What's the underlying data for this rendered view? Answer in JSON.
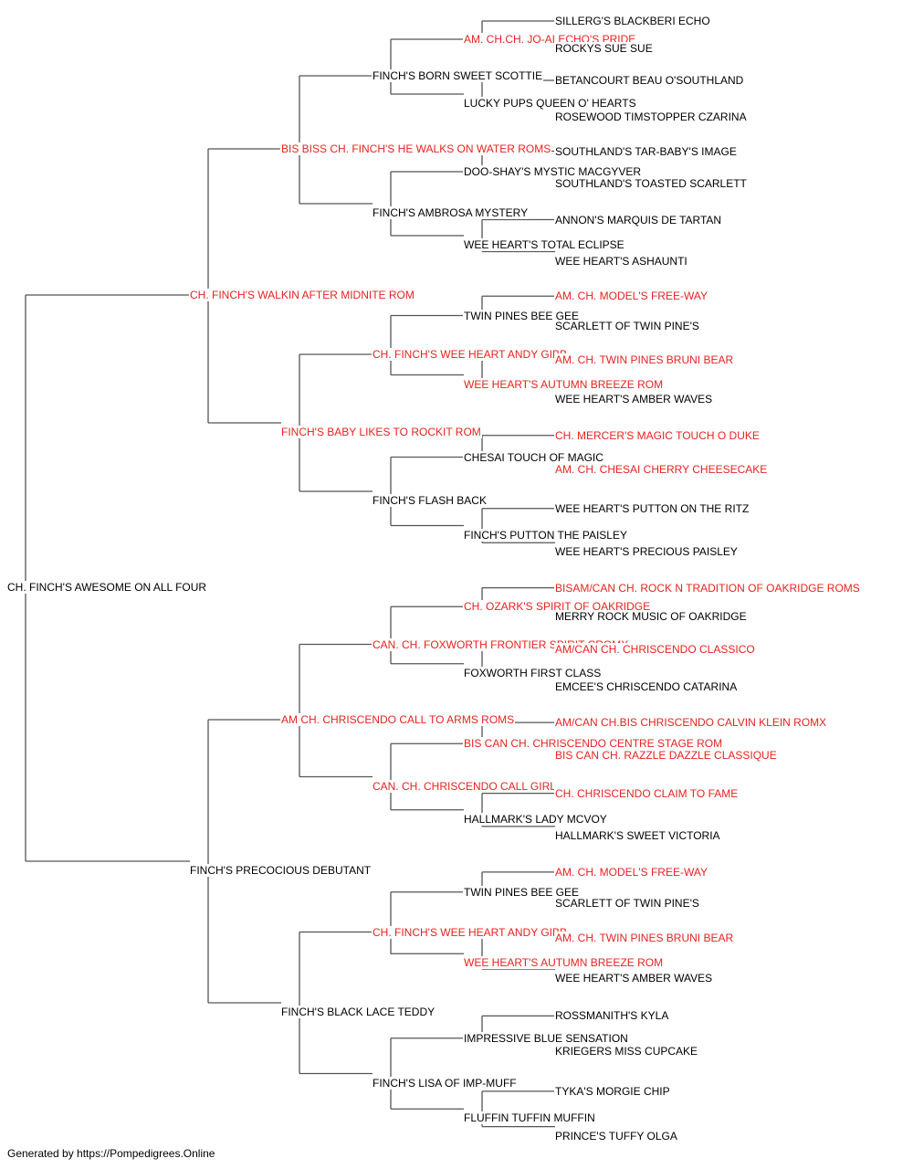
{
  "colors": {
    "champion": "#e8231f",
    "normal": "#000000",
    "line": "#555555"
  },
  "pedigree": {
    "name": "CH. FINCH'S AWESOME ON ALL FOUR",
    "champion": false,
    "sire": {
      "name": "CH. FINCH'S WALKIN AFTER MIDNITE ROM",
      "champion": true,
      "sire": {
        "name": "BIS BISS CH. FINCH'S HE WALKS ON WATER ROMS",
        "champion": true,
        "sire": {
          "name": "FINCH'S BORN SWEET SCOTTIE",
          "champion": false,
          "sire": {
            "name": "AM. CH.CH. JO-AI ECHO'S PRIDE",
            "champion": true,
            "sire": {
              "name": "SILLERG'S BLACKBERI ECHO",
              "champion": false
            },
            "dam": {
              "name": "ROCKYS SUE SUE",
              "champion": false
            }
          },
          "dam": {
            "name": "LUCKY PUPS QUEEN O' HEARTS",
            "champion": false,
            "sire": {
              "name": "BETANCOURT BEAU O'SOUTHLAND",
              "champion": false
            },
            "dam": {
              "name": "ROSEWOOD TIMSTOPPER CZARINA",
              "champion": false
            }
          }
        },
        "dam": {
          "name": "FINCH'S AMBROSA MYSTERY",
          "champion": false,
          "sire": {
            "name": "DOO-SHAY'S MYSTIC MACGYVER",
            "champion": false,
            "sire": {
              "name": "SOUTHLAND'S TAR-BABY'S IMAGE",
              "champion": false
            },
            "dam": {
              "name": "SOUTHLAND'S TOASTED SCARLETT",
              "champion": false
            }
          },
          "dam": {
            "name": "WEE HEART'S TOTAL ECLIPSE",
            "champion": false,
            "sire": {
              "name": "ANNON'S MARQUIS DE TARTAN",
              "champion": false
            },
            "dam": {
              "name": "WEE HEART'S ASHAUNTI",
              "champion": false
            }
          }
        }
      },
      "dam": {
        "name": "FINCH'S BABY LIKES TO ROCKIT ROM",
        "champion": true,
        "sire": {
          "name": "CH. FINCH'S WEE HEART ANDY GIBB",
          "champion": true,
          "sire": {
            "name": "TWIN PINES BEE GEE",
            "champion": false,
            "sire": {
              "name": "AM. CH. MODEL'S FREE-WAY",
              "champion": true
            },
            "dam": {
              "name": "SCARLETT OF TWIN PINE'S",
              "champion": false
            }
          },
          "dam": {
            "name": "WEE HEART'S AUTUMN BREEZE ROM",
            "champion": true,
            "sire": {
              "name": "AM. CH. TWIN PINES BRUNI BEAR",
              "champion": true
            },
            "dam": {
              "name": "WEE HEART'S AMBER WAVES",
              "champion": false
            }
          }
        },
        "dam": {
          "name": "FINCH'S FLASH BACK",
          "champion": false,
          "sire": {
            "name": "CHESAI TOUCH OF MAGIC",
            "champion": false,
            "sire": {
              "name": "CH. MERCER'S MAGIC TOUCH O DUKE",
              "champion": true
            },
            "dam": {
              "name": "AM. CH. CHESAI CHERRY CHEESECAKE",
              "champion": true
            }
          },
          "dam": {
            "name": "FINCH'S PUTTON THE PAISLEY",
            "champion": false,
            "sire": {
              "name": "WEE HEART'S PUTTON ON THE RITZ",
              "champion": false
            },
            "dam": {
              "name": "WEE HEART'S PRECIOUS PAISLEY",
              "champion": false
            }
          }
        }
      }
    },
    "dam": {
      "name": "FINCH'S PRECOCIOUS DEBUTANT",
      "champion": false,
      "sire": {
        "name": "AM CH. CHRISCENDO CALL TO ARMS ROMS",
        "champion": true,
        "sire": {
          "name": "CAN. CH. FOXWORTH FRONTIER SPIRIT CROMX",
          "champion": true,
          "sire": {
            "name": "CH. OZARK'S SPIRIT OF OAKRIDGE",
            "champion": true,
            "sire": {
              "name": "BISAM/CAN CH. ROCK N TRADITION OF OAKRIDGE ROMS",
              "champion": true
            },
            "dam": {
              "name": "MERRY ROCK MUSIC OF OAKRIDGE",
              "champion": false
            }
          },
          "dam": {
            "name": "FOXWORTH FIRST CLASS",
            "champion": false,
            "sire": {
              "name": "AM/CAN CH. CHRISCENDO CLASSICO",
              "champion": true
            },
            "dam": {
              "name": "EMCEE'S CHRISCENDO CATARINA",
              "champion": false
            }
          }
        },
        "dam": {
          "name": "CAN. CH. CHRISCENDO CALL GIRL",
          "champion": true,
          "sire": {
            "name": "BIS CAN CH. CHRISCENDO CENTRE STAGE ROM",
            "champion": true,
            "sire": {
              "name": "AM/CAN CH.BIS CHRISCENDO CALVIN KLEIN ROMX",
              "champion": true
            },
            "dam": {
              "name": "BIS CAN CH. RAZZLE DAZZLE CLASSIQUE",
              "champion": true
            }
          },
          "dam": {
            "name": "HALLMARK'S LADY MCVOY",
            "champion": false,
            "sire": {
              "name": "CH. CHRISCENDO CLAIM TO FAME",
              "champion": true
            },
            "dam": {
              "name": "HALLMARK'S SWEET VICTORIA",
              "champion": false
            }
          }
        }
      },
      "dam": {
        "name": "FINCH'S BLACK LACE TEDDY",
        "champion": false,
        "sire": {
          "name": "CH. FINCH'S WEE HEART ANDY GIBB",
          "champion": true,
          "sire": {
            "name": "TWIN PINES BEE GEE",
            "champion": false,
            "sire": {
              "name": "AM. CH. MODEL'S FREE-WAY",
              "champion": true
            },
            "dam": {
              "name": "SCARLETT OF TWIN PINE'S",
              "champion": false
            }
          },
          "dam": {
            "name": "WEE HEART'S AUTUMN BREEZE ROM",
            "champion": true,
            "sire": {
              "name": "AM. CH. TWIN PINES BRUNI BEAR",
              "champion": true
            },
            "dam": {
              "name": "WEE HEART'S AMBER WAVES",
              "champion": false
            }
          }
        },
        "dam": {
          "name": "FINCH'S LISA OF IMP-MUFF",
          "champion": false,
          "sire": {
            "name": "IMPRESSIVE BLUE SENSATION",
            "champion": false,
            "sire": {
              "name": "ROSSMANITH'S KYLA",
              "champion": false
            },
            "dam": {
              "name": "KRIEGERS MISS CUPCAKE",
              "champion": false
            }
          },
          "dam": {
            "name": "FLUFFIN TUFFIN MUFFIN",
            "champion": false,
            "sire": {
              "name": "TYKA'S MORGIE CHIP",
              "champion": false
            },
            "dam": {
              "name": "PRINCE'S TUFFY OLGA",
              "champion": false
            }
          }
        }
      }
    }
  },
  "footer": "Generated by https://Pompedigrees.Online"
}
